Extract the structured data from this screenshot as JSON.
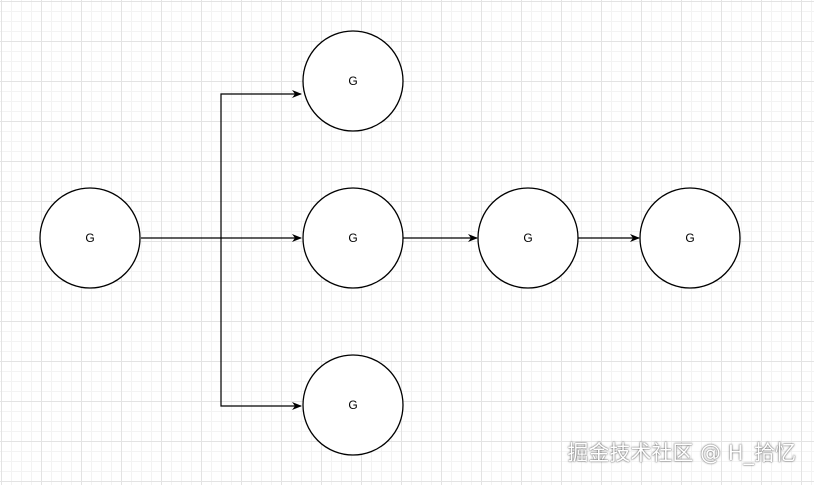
{
  "nodes": [
    {
      "id": "root",
      "label": "G"
    },
    {
      "id": "top",
      "label": "G"
    },
    {
      "id": "middle",
      "label": "G"
    },
    {
      "id": "bottom",
      "label": "G"
    },
    {
      "id": "chain-1",
      "label": "G"
    },
    {
      "id": "chain-2",
      "label": "G"
    }
  ],
  "edges": [
    {
      "from": "root",
      "to": "top"
    },
    {
      "from": "root",
      "to": "middle"
    },
    {
      "from": "root",
      "to": "bottom"
    },
    {
      "from": "middle",
      "to": "chain-1"
    },
    {
      "from": "chain-1",
      "to": "chain-2"
    }
  ],
  "watermark": "掘金技术社区 @ H_拾忆"
}
